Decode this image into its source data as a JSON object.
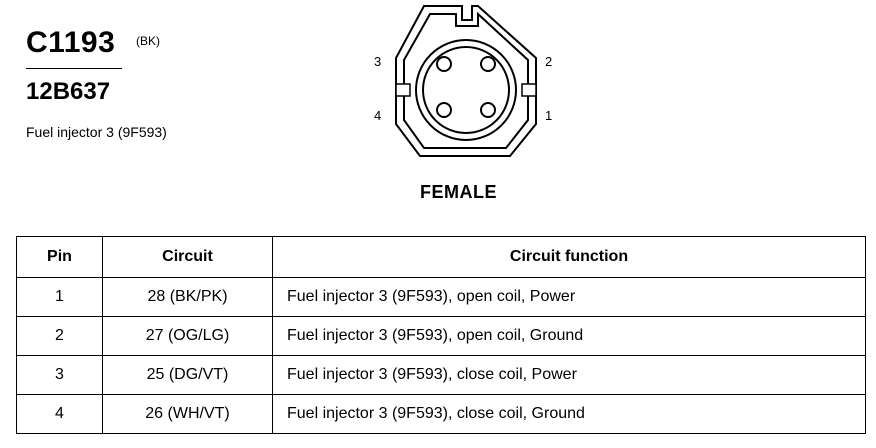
{
  "connector": {
    "id": "C1193",
    "color_code": "(BK)",
    "part_number": "12B637",
    "description": "Fuel injector 3 (9F593)",
    "gender": "FEMALE",
    "pin_labels": [
      "1",
      "2",
      "3",
      "4"
    ]
  },
  "table": {
    "headers": [
      "Pin",
      "Circuit",
      "Circuit function"
    ],
    "rows": [
      {
        "pin": "1",
        "circuit": "28 (BK/PK)",
        "function": "Fuel injector 3 (9F593), open coil, Power"
      },
      {
        "pin": "2",
        "circuit": "27 (OG/LG)",
        "function": "Fuel injector 3 (9F593), open coil, Ground"
      },
      {
        "pin": "3",
        "circuit": "25 (DG/VT)",
        "function": "Fuel injector 3 (9F593), close coil, Power"
      },
      {
        "pin": "4",
        "circuit": "26 (WH/VT)",
        "function": "Fuel injector 3 (9F593), close coil, Ground"
      }
    ]
  }
}
